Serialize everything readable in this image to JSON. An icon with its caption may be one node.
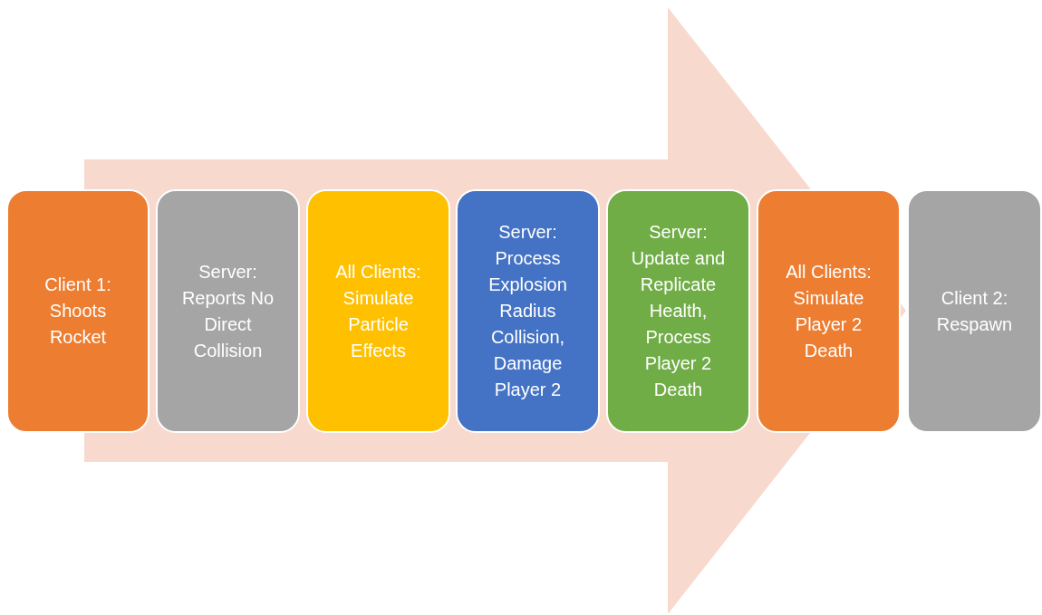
{
  "diagram": {
    "nodes": [
      {
        "text": [
          "Client 1: Shoots Rocket"
        ]
      },
      {
        "text": [
          "Server: Reports No Direct Collision"
        ]
      },
      {
        "text": [
          "All Clients: Simulate Particle Effects"
        ]
      },
      {
        "text": [
          "Server: Process Explosion Radius Collision, Damage Player 2"
        ]
      },
      {
        "text": [
          "Server: Update and Replicate Health, Process Player 2 Death"
        ]
      },
      {
        "text": [
          "All Clients: Simulate Player 2 Death"
        ]
      },
      {
        "text": [
          "Client 2: Respawn"
        ]
      }
    ],
    "edges": [
      {
        "from": 0,
        "to": 6,
        "arrow": "to",
        "style": "thick"
      }
    ]
  }
}
